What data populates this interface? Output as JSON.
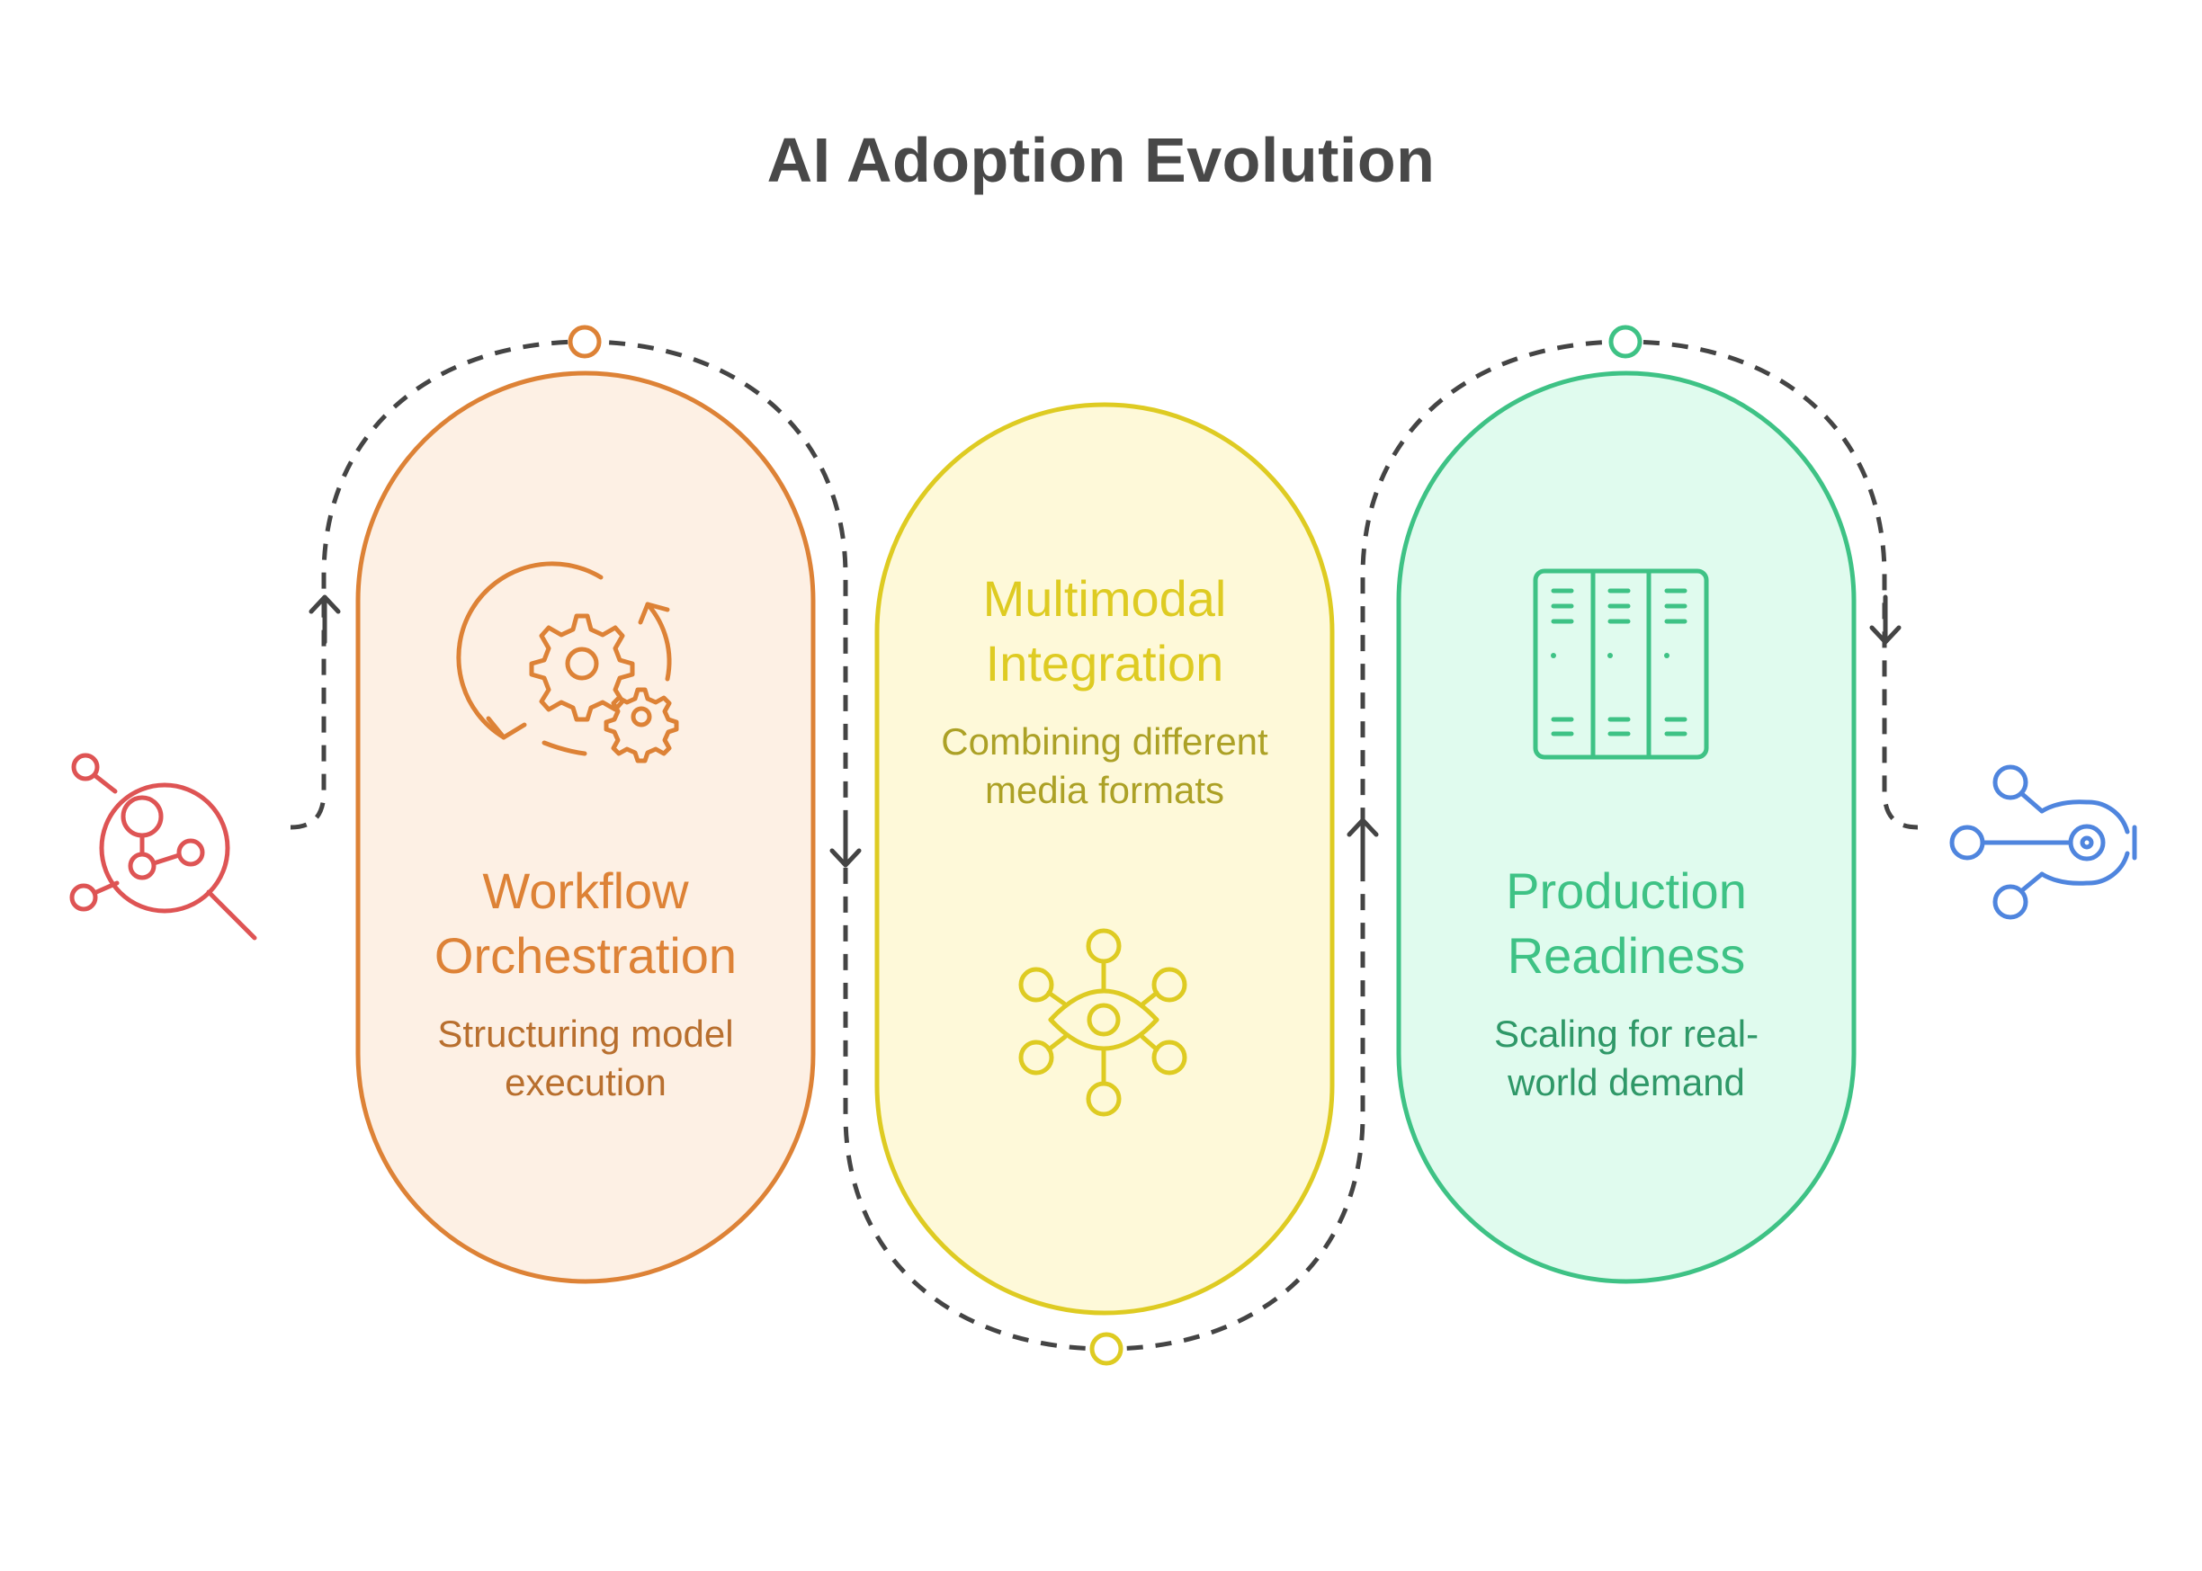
{
  "title": "AI Adoption Evolution",
  "colors": {
    "title": "#484848",
    "path": "#444444",
    "orange": "#DD8236",
    "orange_fill": "#FDF0E4",
    "orange_desc": "#B86F2E",
    "yellow": "#DECB22",
    "yellow_fill": "#FEF9D9",
    "yellow_desc": "#ACA126",
    "green": "#3EC285",
    "green_fill": "#E0FBEE",
    "green_desc": "#2F9868",
    "start_red": "#DE5454",
    "end_blue": "#4F85DE"
  },
  "start_icon": "data-search-icon",
  "end_icon": "circuit-hub-icon",
  "stages": [
    {
      "title_lines": [
        "Workflow",
        "Orchestration"
      ],
      "desc_lines": [
        "Structuring model",
        "execution"
      ],
      "icon": "gears-cycle-icon"
    },
    {
      "title_lines": [
        "Multimodal",
        "Integration"
      ],
      "desc_lines": [
        "Combining different",
        "media formats"
      ],
      "icon": "eye-network-icon"
    },
    {
      "title_lines": [
        "Production",
        "Readiness"
      ],
      "desc_lines": [
        "Scaling for real-",
        "world demand"
      ],
      "icon": "server-rack-icon"
    }
  ]
}
